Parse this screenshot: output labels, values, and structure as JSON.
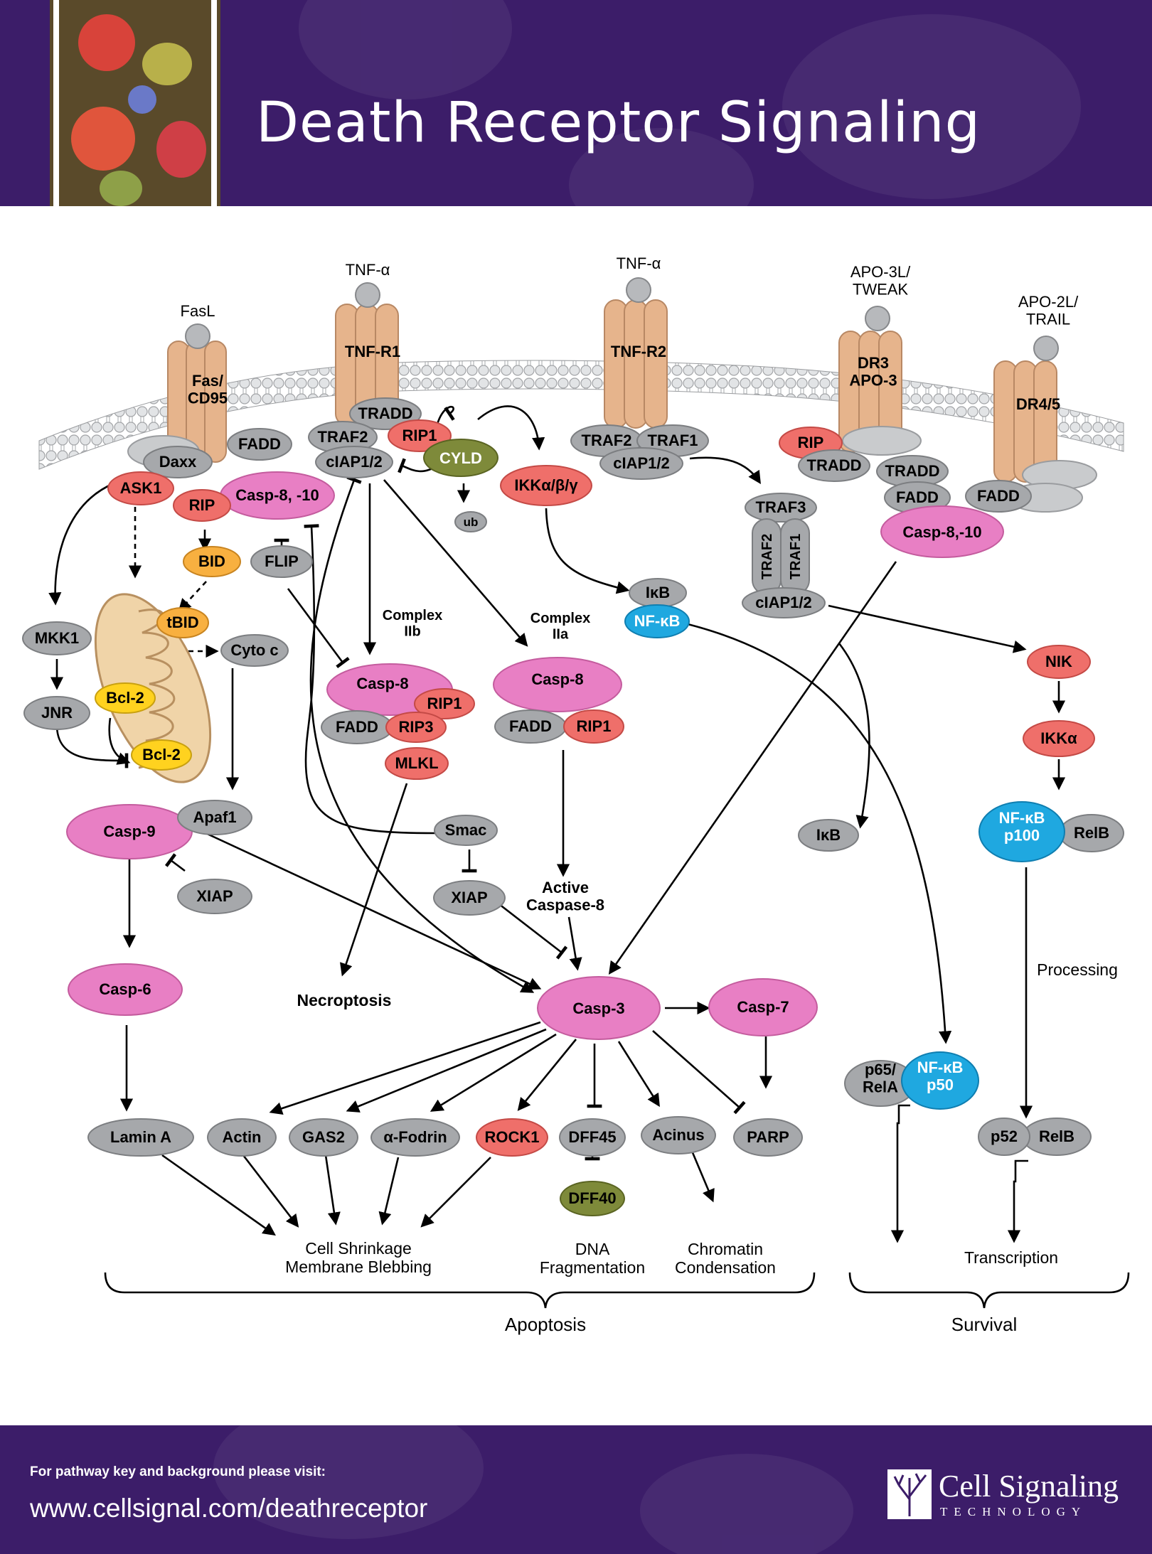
{
  "header": {
    "title": "Death Receptor Signaling"
  },
  "footer": {
    "note": "For pathway key and background please visit:",
    "url": "www.cellsignal.com/deathreceptor",
    "brand_name": "Cell Signaling",
    "brand_sub": "TECHNOLOGY"
  },
  "colors": {
    "header_bg": "#3c1d69",
    "receptor": "#e6b48c",
    "gray_node": "#a6a8ab",
    "pink_node": "#e87fc4",
    "red_node": "#ef6f6a",
    "orange_node": "#f8b040",
    "yellow_node": "#ffd21f",
    "blue_node": "#1fa8e0",
    "olive_node": "#7e8a3a"
  },
  "diagram": {
    "ligands": {
      "fasl": "FasL",
      "tnfa_1": "TNF-α",
      "tnfa_2": "TNF-α",
      "apo3l": "APO-3L/\nTWEAK",
      "apo2l": "APO-2L/\nTRAIL"
    },
    "receptors": {
      "fas": "Fas/\nCD95",
      "tnfr1": "TNF-R1",
      "tnfr2": "TNF-R2",
      "dr3": "DR3\nAPO-3",
      "dr45": "DR4/5"
    },
    "nodes": {
      "fadd_1": "FADD",
      "daxx": "Daxx",
      "ask1": "ASK1",
      "rip_1": "RIP",
      "casp810_1": "Casp-8, -10",
      "bid": "BID",
      "flip": "FLIP",
      "tbid": "tBID",
      "cytoc": "Cyto c",
      "mkk1": "MKK1",
      "jnr": "JNR",
      "bcl2_a": "Bcl-2",
      "bcl2_b": "Bcl-2",
      "tradd_1": "TRADD",
      "traf2_1": "TRAF2",
      "rip1_1": "RIP1",
      "ciap_1": "cIAP1/2",
      "cyld": "CYLD",
      "ub": "ub",
      "ikk": "IKKα/β/γ",
      "traf2_2": "TRAF2",
      "traf1_2": "TRAF1",
      "ciap_2": "cIAP1/2",
      "rip_2": "RIP",
      "tradd_2": "TRADD",
      "tradd_3": "TRADD",
      "fadd_3": "FADD",
      "fadd_4": "FADD",
      "casp810_2": "Casp-8,-10",
      "traf3": "TRAF3",
      "traf2_v": "TRAF2",
      "traf1_v": "TRAF1",
      "ciap_3": "cIAP1/2",
      "ikb_1": "IκB",
      "nfkb_1": "NF-κB",
      "complex_iib": "Complex\nIIb",
      "complex_iia": "Complex\nIIa",
      "casp8_a": "Casp-8",
      "fadd_a": "FADD",
      "rip1_a": "RIP1",
      "rip3": "RIP3",
      "mlkl": "MLKL",
      "casp8_b": "Casp-8",
      "fadd_b": "FADD",
      "rip1_b": "RIP1",
      "nik": "NIK",
      "ikka": "IKKα",
      "nfkb_p100": "NF-κB\np100",
      "relb_1": "RelB",
      "casp9": "Casp-9",
      "apaf1": "Apaf1",
      "xiap_1": "XIAP",
      "smac": "Smac",
      "xiap_2": "XIAP",
      "active_casp8": "Active\nCaspase-8",
      "ikb_2": "IκB",
      "processing": "Processing",
      "casp6": "Casp-6",
      "necroptosis": "Necroptosis",
      "casp3": "Casp-3",
      "casp7": "Casp-7",
      "p65": "p65/\nRelA",
      "nfkb_p50": "NF-κB\np50",
      "lamina": "Lamin A",
      "actin": "Actin",
      "gas2": "GAS2",
      "fodrin": "α-Fodrin",
      "rock1": "ROCK1",
      "dff45": "DFF45",
      "acinus": "Acinus",
      "parp": "PARP",
      "p52": "p52",
      "relb_2": "RelB",
      "dff40": "DFF40",
      "shrinkage": "Cell Shrinkage\nMembrane Blebbing",
      "dna_frag": "DNA\nFragmentation",
      "chromatin": "Chromatin\nCondensation",
      "transcription": "Transcription",
      "apoptosis": "Apoptosis",
      "survival": "Survival"
    }
  }
}
